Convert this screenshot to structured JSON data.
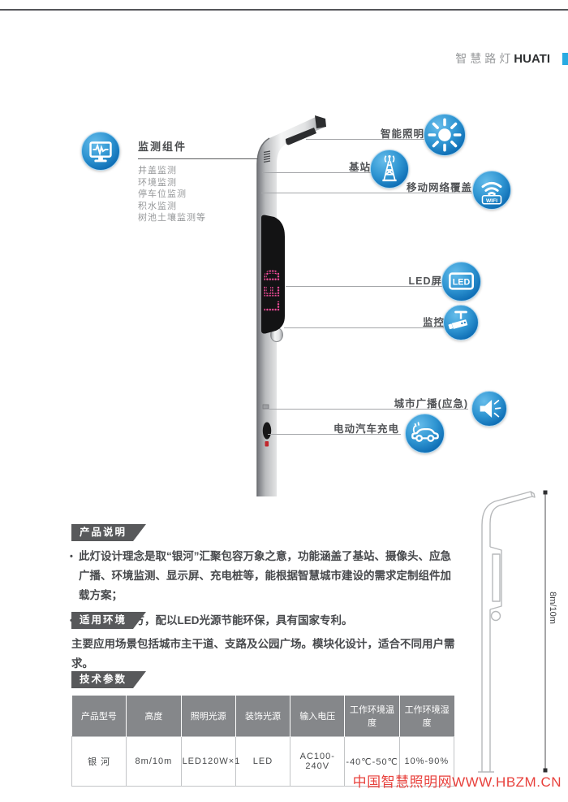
{
  "header": {
    "brand_cn": "智慧路灯",
    "brand_en": "HUATI",
    "accent_color": "#29abe2"
  },
  "diagram": {
    "left_feature": {
      "icon": "monitor-icon",
      "title": "监测组件",
      "items": [
        "井盖监测",
        "环境监测",
        "停车位监测",
        "积水监测",
        "树池土壤监测等"
      ]
    },
    "right_features": [
      {
        "icon": "sun-icon",
        "label": "智能照明"
      },
      {
        "icon": "antenna-tower-icon",
        "label": "基站"
      },
      {
        "icon": "wifi-icon",
        "label": "移动网络覆盖"
      },
      {
        "icon": "led-screen-icon",
        "label": "LED屏"
      },
      {
        "icon": "cctv-camera-icon",
        "label": "监控"
      },
      {
        "icon": "loudspeaker-icon",
        "label": "城市广播(应急)"
      },
      {
        "icon": "ev-charging-icon",
        "label": "电动汽车充电"
      }
    ],
    "pole_screen_text": "LED",
    "wifi_badge": "WIFI",
    "led_badge": "LED",
    "height_label": "8m/10m"
  },
  "sections": {
    "product_desc": {
      "title": "产品说明",
      "bullets": [
        "此灯设计理念是取“银河”汇聚包容万象之意，功能涵盖了基站、摄像头、应急广播、环境监测、显示屏、充电桩等，能根据智慧城市建设的需求定制组件加载方案；",
        "外形美观大方，配以LED光源节能环保，具有国家专利。"
      ]
    },
    "environment": {
      "title": "适用环境",
      "text": "主要应用场景包括城市主干道、支路及公园广场。模块化设计，适合不同用户需求。"
    },
    "tech_params": {
      "title": "技术参数",
      "headers": [
        "产品型号",
        "高度",
        "照明光源",
        "装饰光源",
        "输入电压",
        "工作环境温度",
        "工作环境湿度"
      ],
      "rows": [
        [
          "银 河",
          "8m/10m",
          "LED120W×1",
          "LED",
          "AC100-240V",
          "-40℃-50℃",
          "10%-90%"
        ]
      ]
    }
  },
  "footer": {
    "watermark": "中国智慧照明网WWW.HBZM.CN",
    "watermark_color": "#e8413c"
  },
  "colors": {
    "icon_blue": "#1878be",
    "badge_gray": "#58595b",
    "table_header_gray": "#85878a",
    "led_pink": "#ff4fa2"
  }
}
